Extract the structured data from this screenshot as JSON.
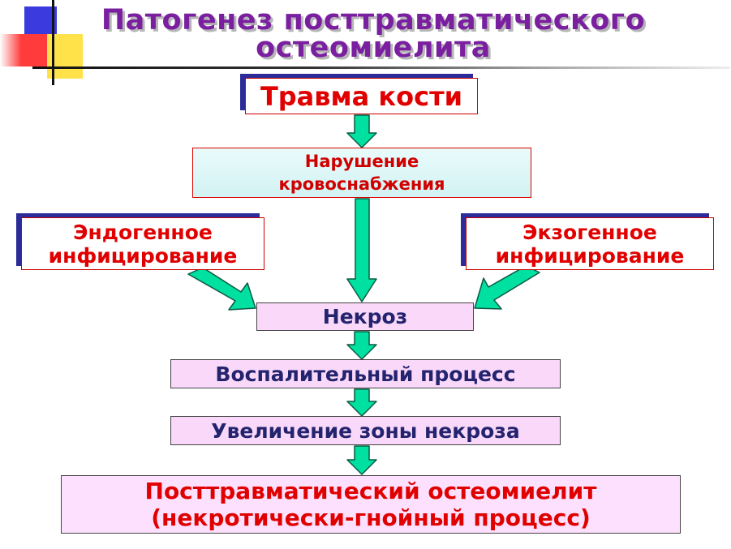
{
  "title": {
    "line1": "Патогенез посттравматического",
    "line2": "остеомиелита"
  },
  "nodes": {
    "trauma": "Травма кости",
    "blood_line1": "Нарушение",
    "blood_line2": "кровоснабжения",
    "endo_line1": "Эндогенное",
    "endo_line2": "инфицирование",
    "exo_line1": "Экзогенное",
    "exo_line2": "инфицирование",
    "necrosis": "Некроз",
    "inflammation": "Воспалительный процесс",
    "necrosis_increase": "Увеличение зоны некроза",
    "final_line1": "Посттравматический остеомиелит",
    "final_line2": "(некротически-гнойный процесс)"
  },
  "colors": {
    "title": "#7a1fa0",
    "arrow_fill": "#00e0a0",
    "arrow_stroke": "#0b5a44",
    "red_text": "#e00000",
    "navy_text": "#23236e"
  }
}
